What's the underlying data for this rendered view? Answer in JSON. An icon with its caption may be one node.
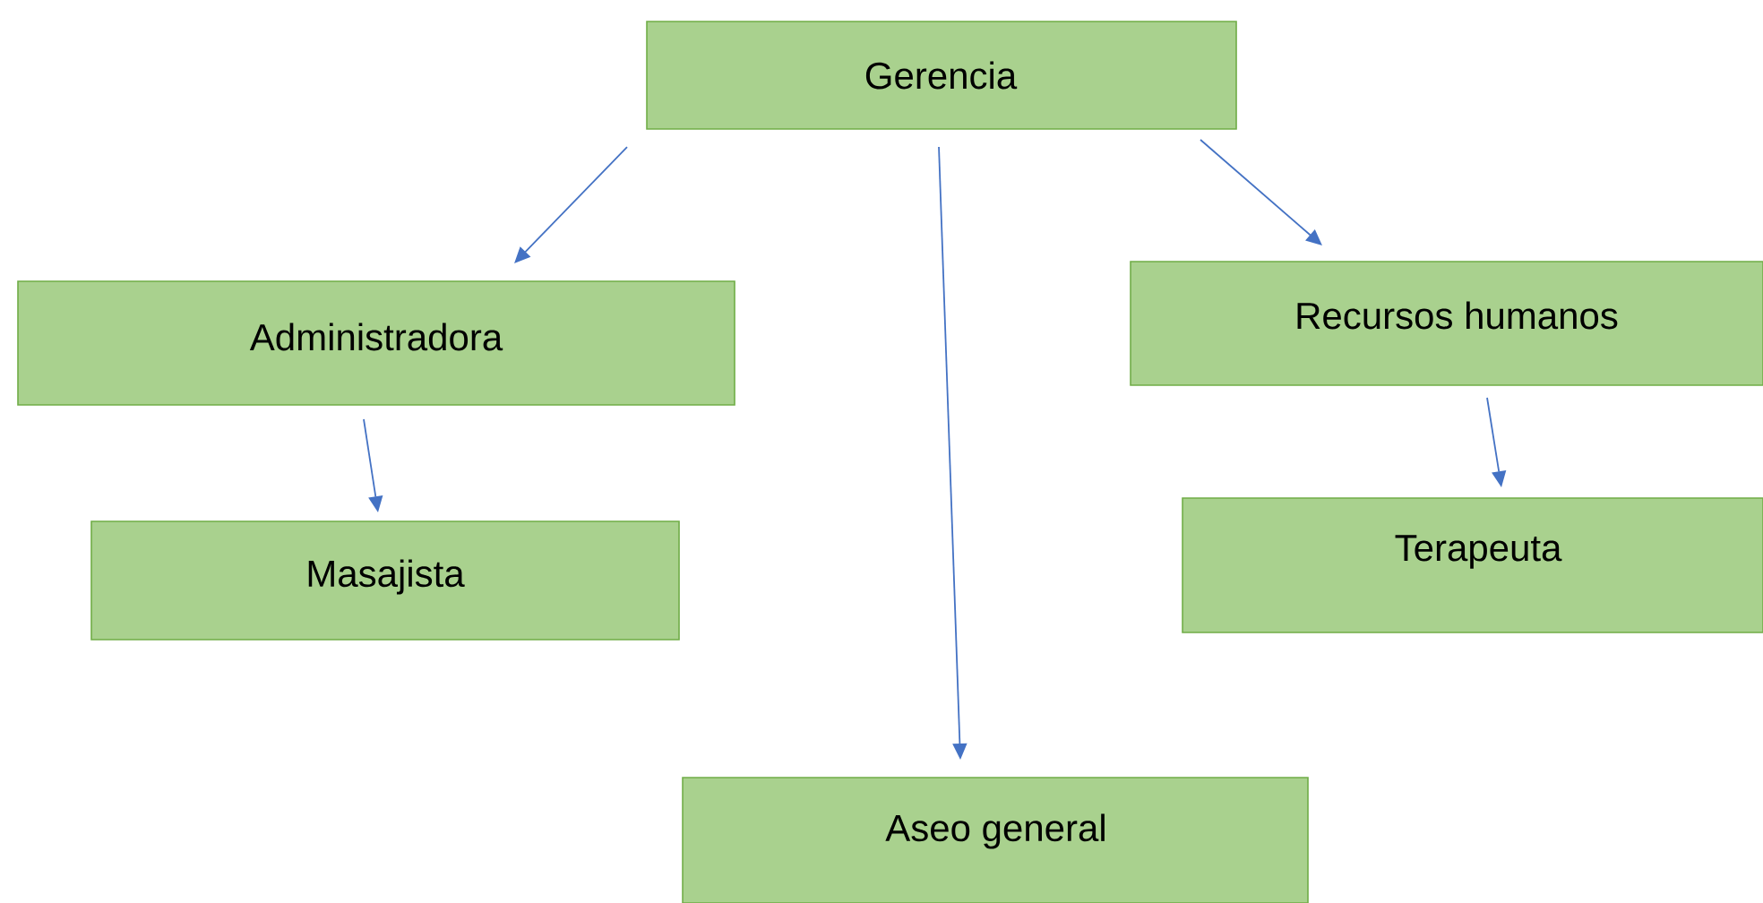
{
  "diagram": {
    "nodes": [
      {
        "text": [
          "Gerencia"
        ]
      },
      {
        "text": [
          "Administradora"
        ]
      },
      {
        "text": [
          "Recursos humanos"
        ]
      },
      {
        "text": [
          "Masajista"
        ]
      },
      {
        "text": [
          "Terapeuta"
        ]
      },
      {
        "text": [
          "Aseo general"
        ]
      }
    ],
    "edges": [
      {
        "from": 0,
        "to": 1,
        "arrow": "to"
      },
      {
        "from": 0,
        "to": 5,
        "arrow": "to"
      },
      {
        "from": 0,
        "to": 2,
        "arrow": "to"
      },
      {
        "from": 1,
        "to": 3,
        "arrow": "to"
      },
      {
        "from": 2,
        "to": 4,
        "arrow": "to"
      }
    ]
  }
}
